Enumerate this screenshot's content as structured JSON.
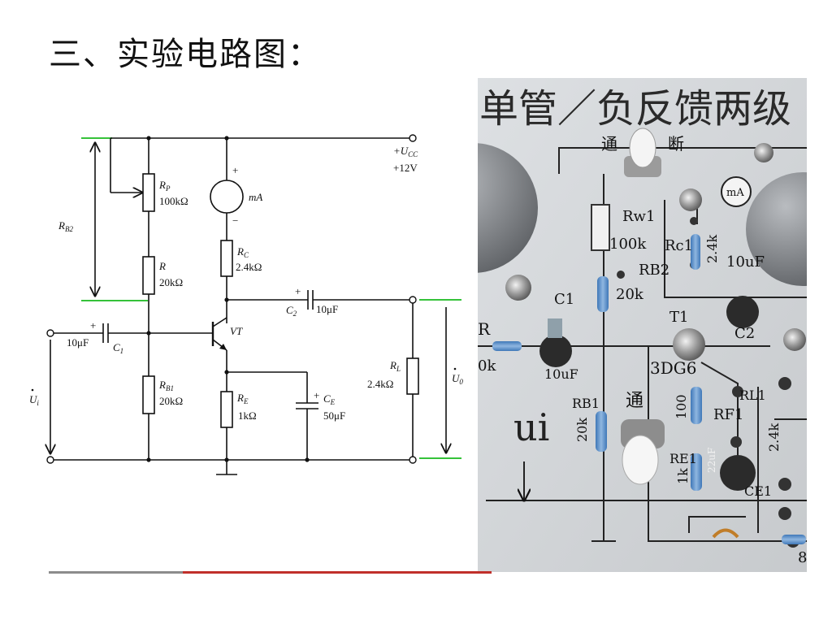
{
  "heading": "三、实验电路图：",
  "schematic": {
    "rp_name": "R",
    "rp_sub": "P",
    "rp_value": "100kΩ",
    "r_name": "R",
    "r_value": "20kΩ",
    "rb2_name": "R",
    "rb2_sub": "B2",
    "rb1_name": "R",
    "rb1_sub": "B1",
    "rb1_value": "20kΩ",
    "rc_name": "R",
    "rc_sub": "C",
    "rc_value": "2.4kΩ",
    "re_name": "R",
    "re_sub": "E",
    "re_value": "1kΩ",
    "rl_name": "R",
    "rl_sub": "L",
    "rl_value": "2.4kΩ",
    "c1_name": "C",
    "c1_sub": "1",
    "c1_value": "10μF",
    "c2_name": "C",
    "c2_sub": "2",
    "c2_value": "10μF",
    "ce_name": "C",
    "ce_sub": "E",
    "ce_value": "50μF",
    "meter": "mA",
    "transistor": "VT",
    "ucc_name": "+U",
    "ucc_sub": "CC",
    "ucc_value": "+12V",
    "ui_label": "U",
    "ui_sub": "i",
    "uo_label": "U",
    "uo_sub": "0",
    "plus": "+",
    "minus": "−"
  },
  "photo": {
    "title": "单管／负反馈两级",
    "switch_on": "通",
    "switch_off": "断",
    "meter": "mA",
    "rw1": "Rw1",
    "rw1_value": "100k",
    "rb2": "RB2",
    "rb2_value": "20k",
    "rc1": "Rc1",
    "rc1_value": "2.4k",
    "c1": "C1",
    "c1_value": "10uF",
    "c2": "C2",
    "c2_value": "10uF",
    "t1": "T1",
    "t1_part": "3DG6",
    "rb1": "RB1",
    "rb1_value": "20k",
    "rf1": "RF1",
    "rf1_value": "100",
    "re1": "RE1",
    "re1_value": "1k",
    "rl1": "RL1",
    "rl1_value": "2.4k",
    "ce1": "CE1",
    "ce1_value": "22uF",
    "r_left": "R",
    "r_left_value": "0k",
    "switch_on2": "通",
    "ui": "ui",
    "edge_digit": "8"
  }
}
